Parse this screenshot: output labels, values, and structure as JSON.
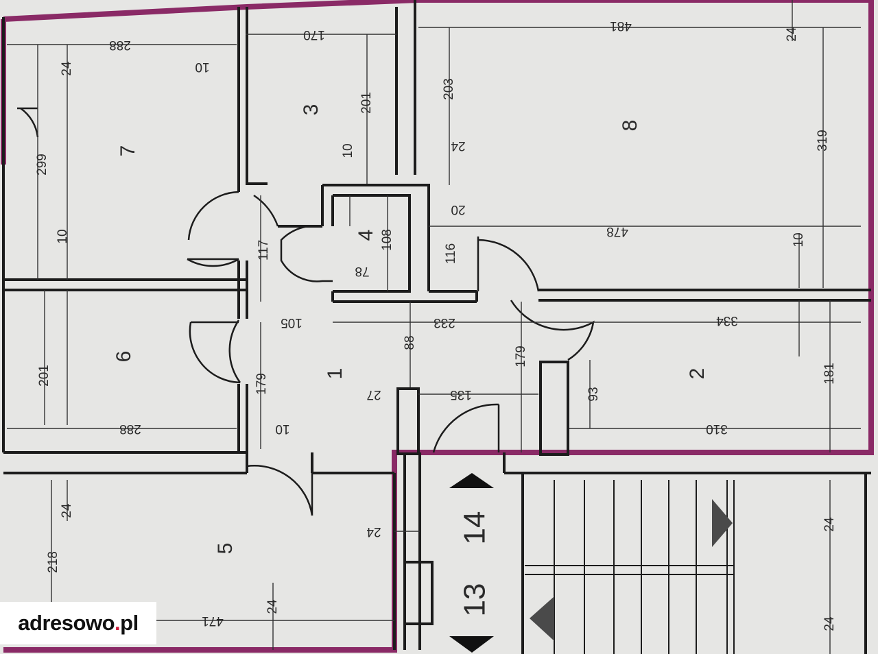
{
  "plan": {
    "colors": {
      "paper": "#e6e6e4",
      "wall": "#1c1c1c",
      "boundary": "#8a2a66",
      "dimension": "#333333"
    },
    "rooms": {
      "r1": "1",
      "r2": "2",
      "r3": "3",
      "r4": "4",
      "r5": "5",
      "r6": "6",
      "r7": "7",
      "r8": "8"
    },
    "dimensions": {
      "d288_top": "288",
      "d24_tl": "24",
      "d10_a": "10",
      "d170": "170",
      "d481": "481",
      "d24_tr": "24",
      "d299": "299",
      "d201_r3": "201",
      "d203": "203",
      "d319": "319",
      "d10_b": "10",
      "d24_mid": "24",
      "d108": "108",
      "d20": "20",
      "d478": "478",
      "d10_c": "10",
      "d117": "117",
      "d116": "116",
      "d78": "78",
      "d10_d": "10",
      "d105": "105",
      "d233": "233",
      "d334": "334",
      "d201_r6": "201",
      "d179_l": "179",
      "d88": "88",
      "d179_r": "179",
      "d181": "181",
      "d27": "27",
      "d135": "135",
      "d93": "93",
      "d288_bot": "288",
      "d10_e": "10",
      "d310": "310",
      "d24_l5": "24",
      "d24_s": "24",
      "d218": "218",
      "d24_r5": "24",
      "d471": "471",
      "d24_br": "24",
      "d24_br2": "24"
    },
    "unit_numbers": {
      "left": "13",
      "right": "14"
    }
  },
  "watermark": {
    "brand": "adresowo",
    "dot": ".",
    "tld": "pl"
  }
}
